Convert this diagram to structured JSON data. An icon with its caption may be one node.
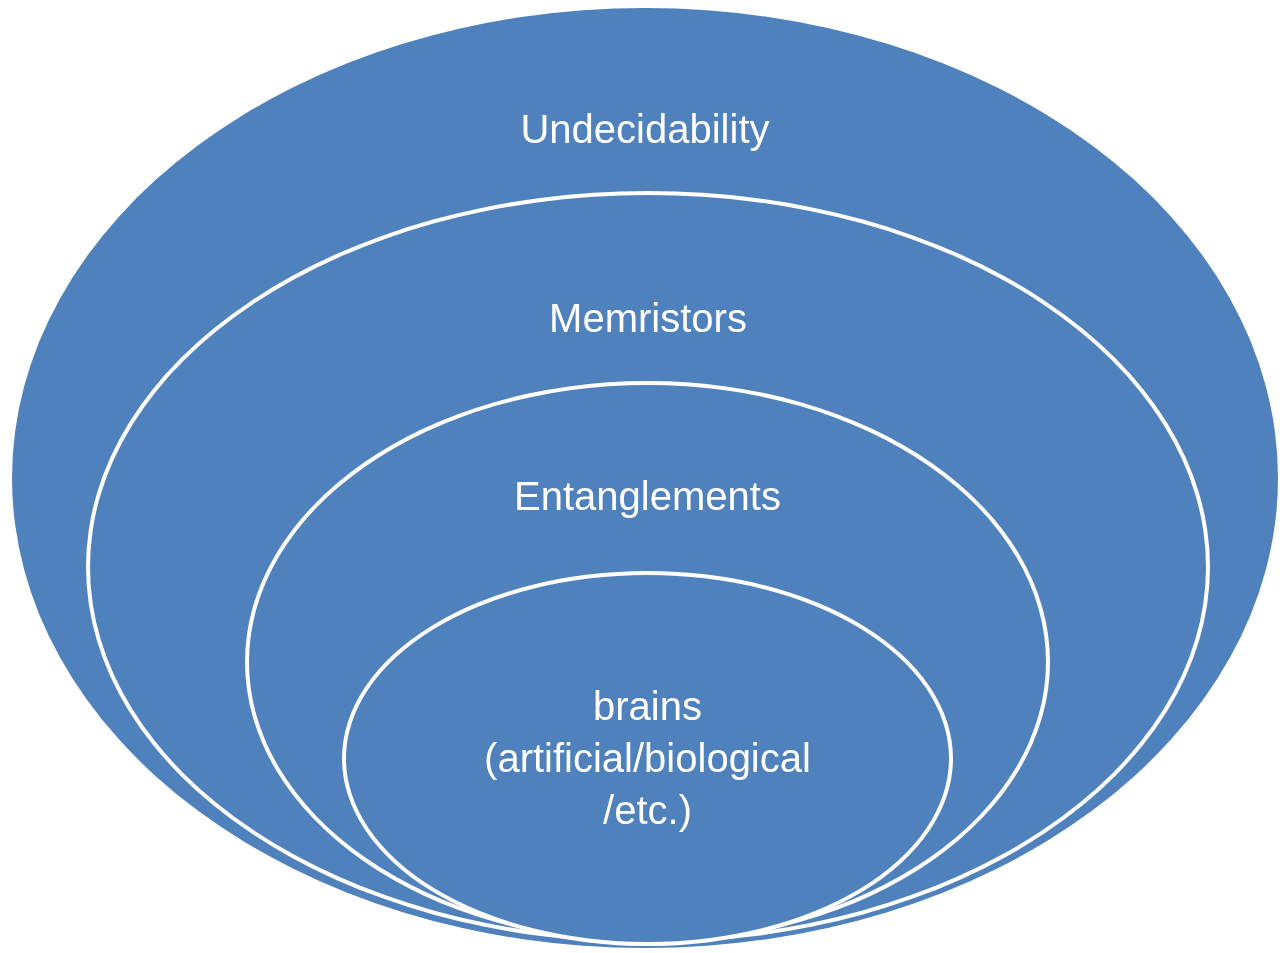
{
  "diagram": {
    "nodes": [
      {
        "text": [
          "Undecidability"
        ]
      },
      {
        "text": [
          "Memristors"
        ],
        "in": 0
      },
      {
        "text": [
          "Entanglements"
        ],
        "in": 1
      },
      {
        "text": [
          "brains",
          "(artificial/biological /etc.)"
        ],
        "in": 2
      }
    ]
  }
}
